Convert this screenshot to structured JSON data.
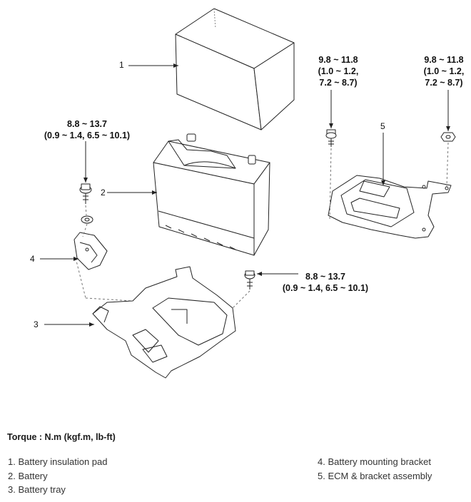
{
  "torque_specs": {
    "ecm_bolt_left": [
      "9.8 ~ 11.8",
      "(1.0 ~ 1.2,",
      "7.2 ~ 8.7)"
    ],
    "ecm_nut_right": [
      "9.8 ~ 11.8",
      "(1.0 ~ 1.2,",
      "7.2 ~ 8.7)"
    ],
    "bracket_bolt": [
      "8.8 ~ 13.7",
      "(0.9 ~ 1.4, 6.5 ~ 10.1)"
    ],
    "tray_bolt": [
      "8.8 ~ 13.7",
      "(0.9 ~ 1.4, 6.5 ~ 10.1)"
    ]
  },
  "callouts": [
    "1",
    "2",
    "3",
    "4",
    "5"
  ],
  "torque_heading": "Torque : N.m (kgf.m, lb-ft)",
  "legend": {
    "left": [
      "1. Battery insulation pad",
      "2. Battery",
      "3. Battery tray"
    ],
    "right": [
      "4. Battery mounting bracket",
      "5. ECM & bracket assembly"
    ]
  }
}
